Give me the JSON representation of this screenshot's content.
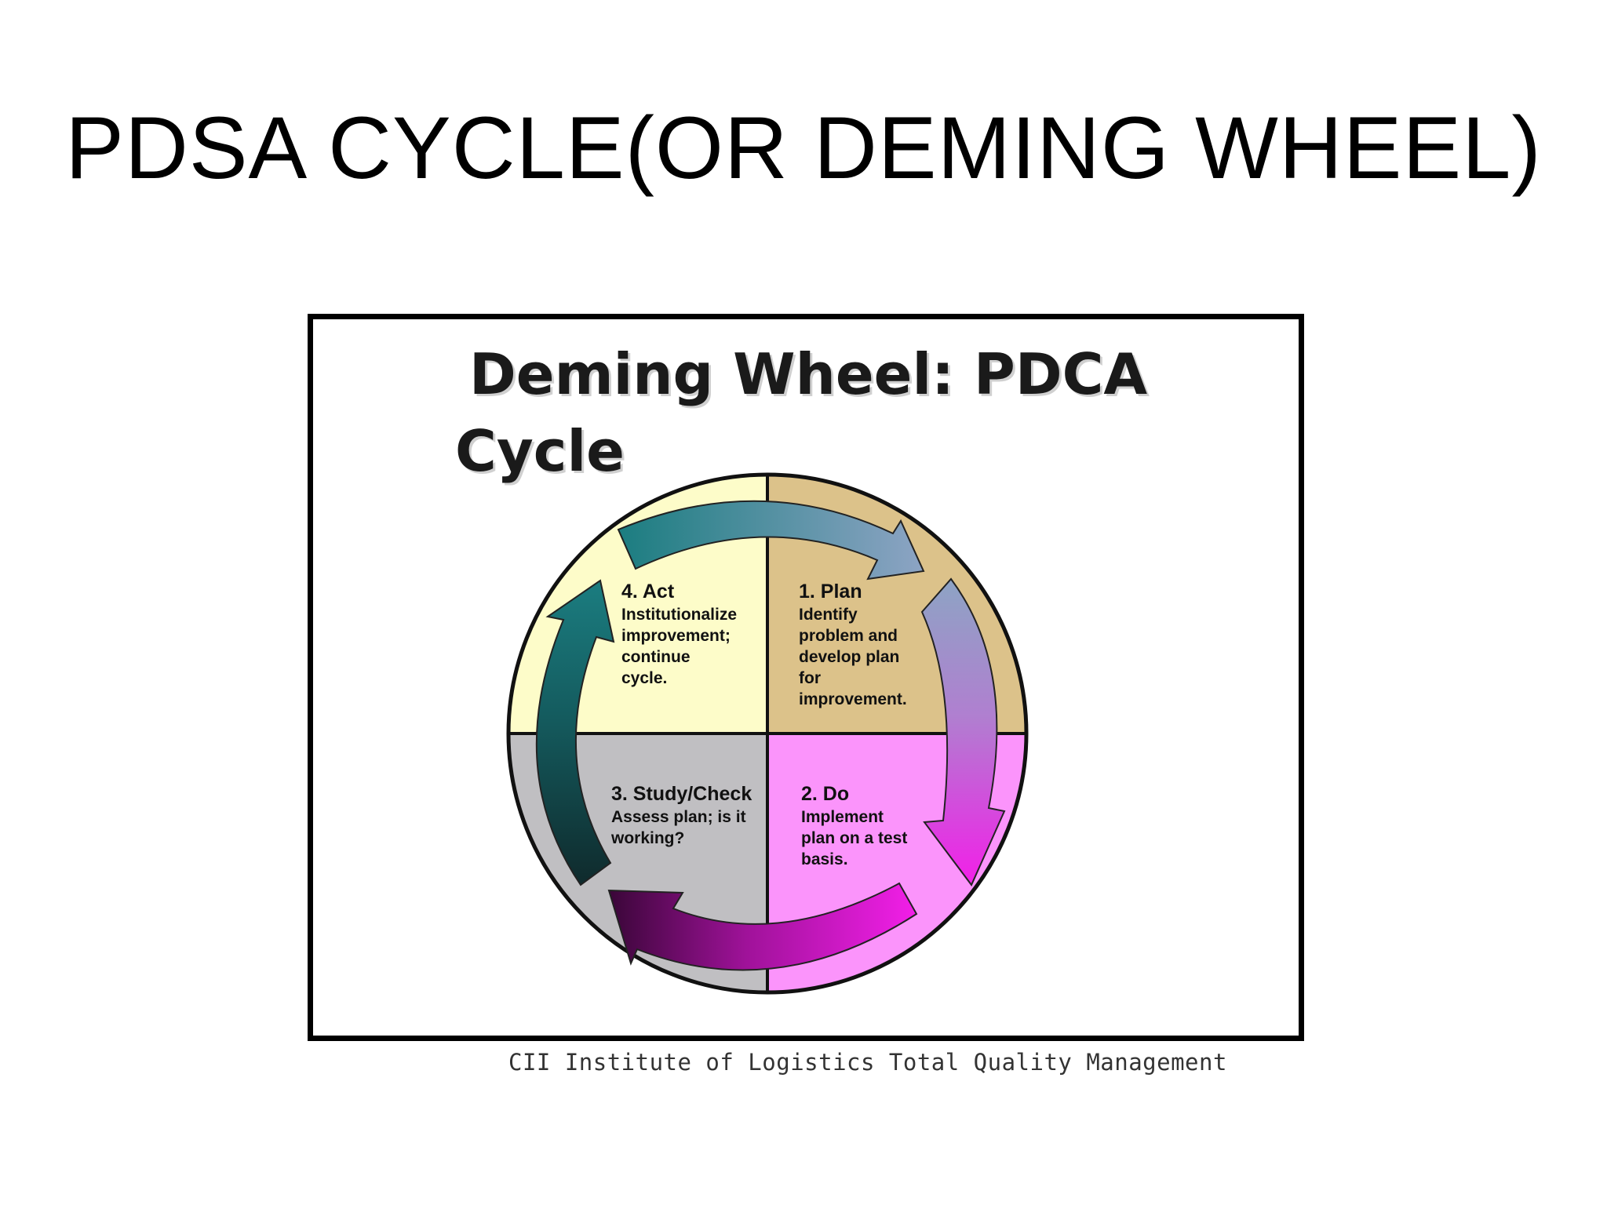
{
  "slide": {
    "title": "PDSA CYCLE(OR DEMING WHEEL)"
  },
  "diagram": {
    "title_line1": "Deming Wheel: PDCA",
    "title_line2": "Cycle",
    "caption": "CII Institute of Logistics Total Quality Management",
    "quadrants": {
      "plan": {
        "heading": "1. Plan",
        "lines": [
          "Identify",
          "problem and",
          "develop  plan",
          "for",
          "improvement."
        ],
        "color": "#dcc28a"
      },
      "do": {
        "heading": "2. Do",
        "lines": [
          "Implement",
          "plan on a test",
          "basis."
        ],
        "color": "#fb94fb"
      },
      "check": {
        "heading": "3. Study/Check",
        "lines": [
          "Assess  plan; is it",
          "working?"
        ],
        "color": "#c0bfc2"
      },
      "act": {
        "heading": "4. Act",
        "lines": [
          "Institutionalize",
          "improvement;",
          "continue",
          "cycle."
        ],
        "color": "#fdfcc9"
      }
    },
    "arrow_colors": {
      "teal": "#1b7d80",
      "slate": "#8da4c4",
      "magenta": "#f21fe8",
      "purple": "#5a0a55",
      "dark": "#0f2a2c"
    }
  }
}
